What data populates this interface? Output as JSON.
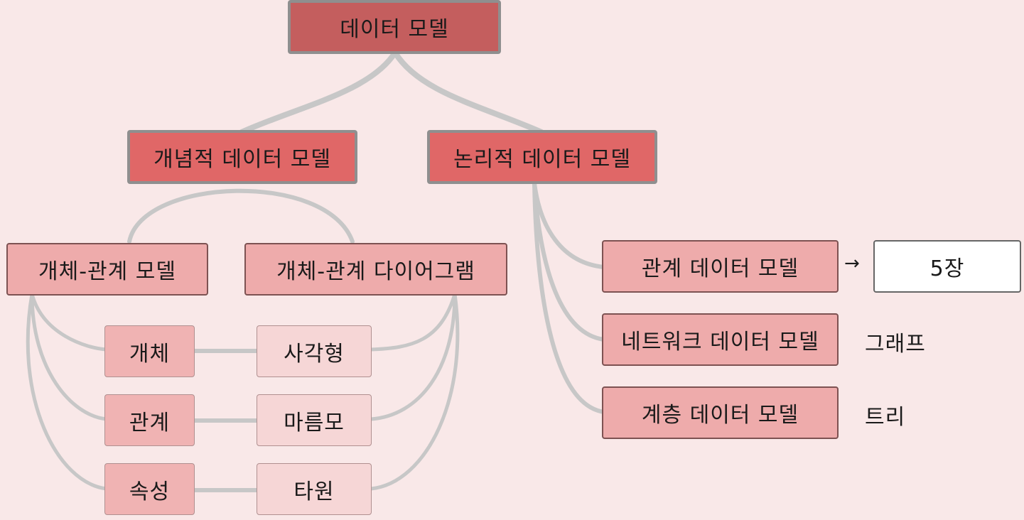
{
  "root": "데이터 모델",
  "conceptual": "개념적 데이터 모델",
  "logical": "논리적 데이터 모델",
  "er_model": "개체-관계 모델",
  "er_diagram": "개체-관계 다이어그램",
  "pairs": [
    {
      "concept": "개체",
      "symbol": "사각형"
    },
    {
      "concept": "관계",
      "symbol": "마름모"
    },
    {
      "concept": "속성",
      "symbol": "타원"
    }
  ],
  "relational": "관계 데이터 모델",
  "network": "네트워크 데이터 모델",
  "hierarchical": "계층 데이터 모델",
  "arrow": "→",
  "chapter": "5장",
  "graph": "그래프",
  "tree": "트리",
  "colors": {
    "root": "#c45e5e",
    "level1": "#e06767",
    "level2": "#eeabab",
    "leaf": "#f6d6d6",
    "edge": "#cbcbcb",
    "background": "#f9e8e8"
  }
}
